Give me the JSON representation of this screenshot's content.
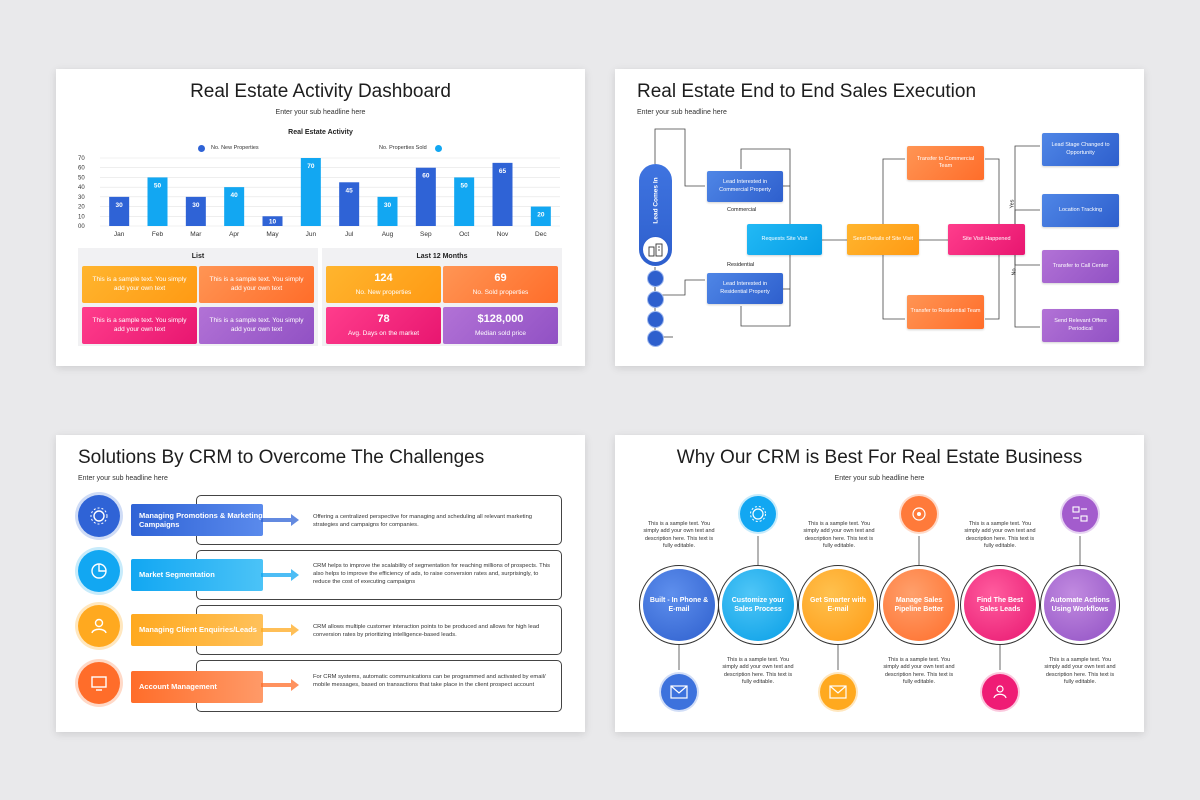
{
  "slide1": {
    "title": "Real Estate Activity Dashboard",
    "subtitle": "Enter your sub headline here",
    "list_header": "List",
    "months_header": "Last 12 Months",
    "list_cards": [
      "This is a sample text. You simply add your own text",
      "This is a sample text. You simply add your own text",
      "This is a sample text. You simply add your own text",
      "This is a sample text. You simply add your own text"
    ],
    "stats": [
      {
        "value": "124",
        "label": "No. New properties"
      },
      {
        "value": "69",
        "label": "No. Sold properties"
      },
      {
        "value": "78",
        "label": "Avg. Days on the market"
      },
      {
        "value": "$128,000",
        "label": "Median sold price"
      }
    ],
    "colors": {
      "bar_dark": "#2f63d6",
      "bar_light": "#12a7f2"
    }
  },
  "chart_data": {
    "type": "bar",
    "title": "Real Estate Activity",
    "categories": [
      "Jan",
      "Feb",
      "Mar",
      "Apr",
      "May",
      "Jun",
      "Jul",
      "Aug",
      "Sep",
      "Oct",
      "Nov",
      "Dec"
    ],
    "values": [
      30,
      50,
      30,
      40,
      10,
      70,
      45,
      30,
      60,
      50,
      65,
      20
    ],
    "series_legend": [
      "No. New Properties",
      "No. Properties Sold"
    ],
    "ylim": [
      0,
      70
    ],
    "yticks": [
      "70",
      "60",
      "50",
      "40",
      "30",
      "20",
      "10",
      "00"
    ],
    "grid": true,
    "legend_placement": "top"
  },
  "slide2": {
    "title": "Real Estate End to End Sales Execution",
    "subtitle": "Enter your sub headline here",
    "lead_label": "Lead Comes In",
    "commercial_box": "Lead Interested in Commercial Property",
    "commercial_label": "Commercial",
    "residential_label": "Residential",
    "residential_box": "Lead Interested in Residential Property",
    "request_visit": "Requests Site Visit",
    "send_details": "Send Details of Site Visit",
    "transfer_commercial": "Transfer to Commercial Team",
    "transfer_residential": "Transfer to Residential Team",
    "site_visit": "Site Visit Happened",
    "yes_label": "Yes",
    "no_label": "No",
    "lead_stage": "Lead Stage Changed to Opportunity",
    "location_tracking": "Location Tracking",
    "transfer_call": "Transfer to Call Center",
    "send_offers": "Send Relevant Offers Periodical"
  },
  "slide3": {
    "title": "Solutions By CRM to Overcome The Challenges",
    "subtitle": "Enter your sub headline here",
    "items": [
      {
        "label": "Managing Promotions & Marketing Campaigns",
        "desc": "Offering a centralized perspective for managing and scheduling all relevant marketing strategies and campaigns for companies.",
        "icon": "gear-marketing-icon"
      },
      {
        "label": "Market Segmentation",
        "desc": "CRM helps to improve the scalability of segmentation for reaching millions of prospects. This also helps to improve the efficiency of ads, to raise conversion rates and, surprisingly, to reduce the cost of executing campaigns",
        "icon": "segmentation-icon"
      },
      {
        "label": "Managing Client Enquiries/Leads",
        "desc": "CRM allows multiple customer interaction points to be produced  and allows for high lead conversion rates by prioritizing intelligence-based leads.",
        "icon": "client-icon"
      },
      {
        "label": "Account Management",
        "desc": "For CRM systems, automatic communications can be programmed and activated by email/ mobile messages, based on transactions that take place in the client prospect account",
        "icon": "account-icon"
      }
    ],
    "colors": [
      "#2f63d6",
      "#12a7f2",
      "#ffa91f",
      "#ff6d2a"
    ]
  },
  "slide4": {
    "title": "Why Our CRM is Best For Real Estate Business",
    "subtitle": "Enter your sub headline here",
    "sample_text": "This is a sample text. You simply add your own text and description here. This text is fully editable.",
    "items": [
      {
        "label": "Built - In Phone & E-mail",
        "icon": "phone-mail-icon",
        "color": "#3d72dd"
      },
      {
        "label": "Customize your Sales Process",
        "icon": "gear-dollar-icon",
        "color": "#12a7f2"
      },
      {
        "label": "Get Smarter with E-mail",
        "icon": "envelope-icon",
        "color": "#ffa91f"
      },
      {
        "label": "Manage Sales Pipeline Better",
        "icon": "pipeline-icon",
        "color": "#ff7a3a"
      },
      {
        "label": "Find The Best Sales Leads",
        "icon": "leads-icon",
        "color": "#ef1c75"
      },
      {
        "label": "Automate Actions Using Workflows",
        "icon": "workflow-icon",
        "color": "#a35ccd"
      }
    ]
  }
}
